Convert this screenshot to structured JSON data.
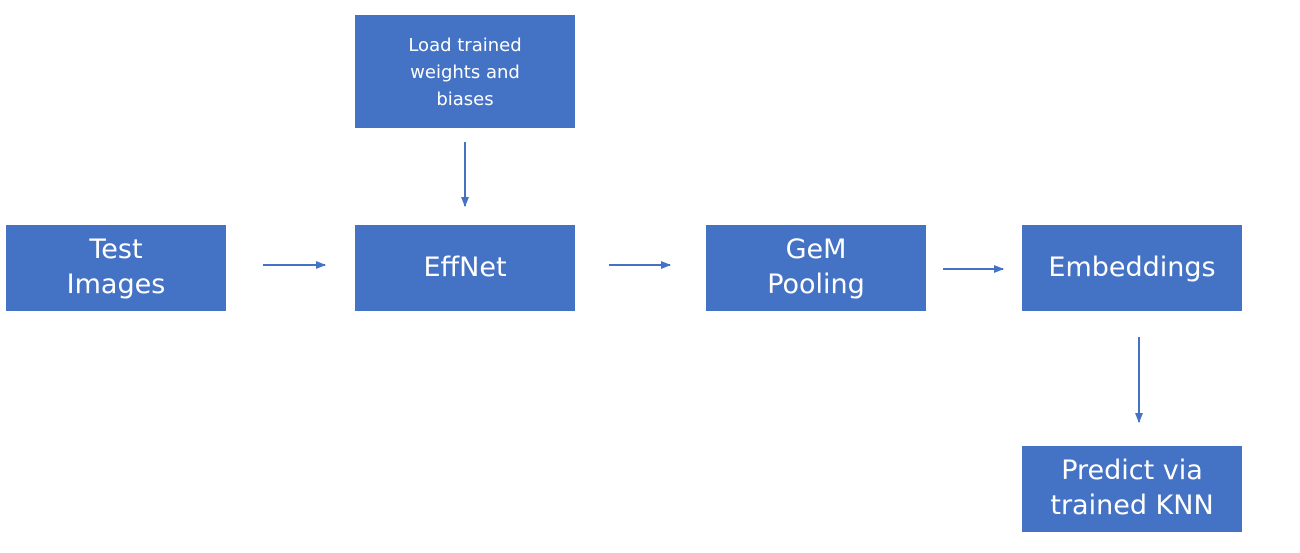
{
  "diagram": {
    "load_weights": "Load trained\nweights and\nbiases",
    "test_images": "Test\nImages",
    "effnet": "EffNet",
    "gem_pooling": "GeM\nPooling",
    "embeddings": "Embeddings",
    "predict": "Predict via\ntrained KNN"
  },
  "colors": {
    "box_fill": "#4472c4",
    "box_text": "#ffffff",
    "arrow": "#4472c4"
  }
}
